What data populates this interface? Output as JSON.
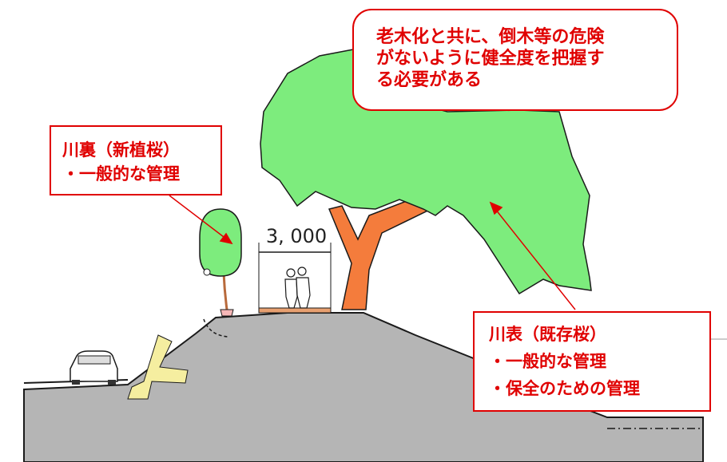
{
  "callouts": {
    "aging_tree_note": {
      "lines": [
        "老木化と共に、倒木等の危険",
        "がないように健全度を把握す",
        "る必要がある"
      ]
    },
    "back_slope": {
      "lines": [
        "川裏（新植桜）",
        "・一般的な管理"
      ]
    },
    "front_slope": {
      "lines": [
        "川表（既存桜）",
        "・一般的な管理",
        "・保全のための管理"
      ]
    }
  },
  "dimension": {
    "path_width_label": "3, 000"
  },
  "colors": {
    "accent": "#e00000",
    "canopy": "#7dec7d",
    "trunk": "#f47c3c",
    "ground": "#b5b5b5",
    "berm": "#f5eea0",
    "outline": "#1a1a1a"
  }
}
